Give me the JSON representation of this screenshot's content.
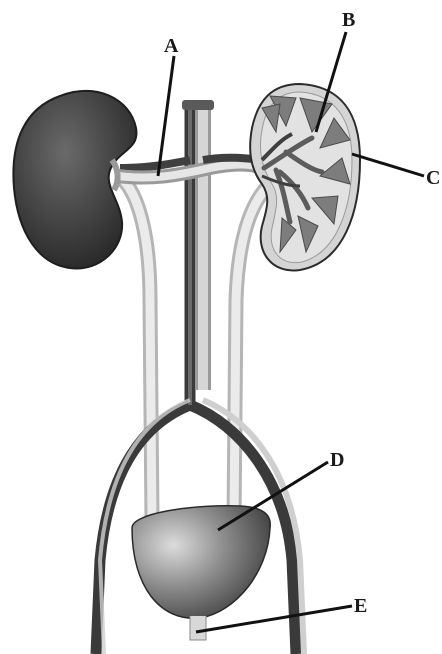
{
  "labels": {
    "a": "A",
    "b": "B",
    "c": "C",
    "d": "D",
    "e": "E"
  },
  "colors": {
    "kidney_dark": "#3f3f3f",
    "kidney_section_fill": "#d9d9d9",
    "vessel_dark": "#4a4a4a",
    "vessel_light": "#e3e3e3",
    "pyramid": "#7d7d7d",
    "bladder": "#7a7a7a",
    "ink": "#1a1a1a"
  }
}
